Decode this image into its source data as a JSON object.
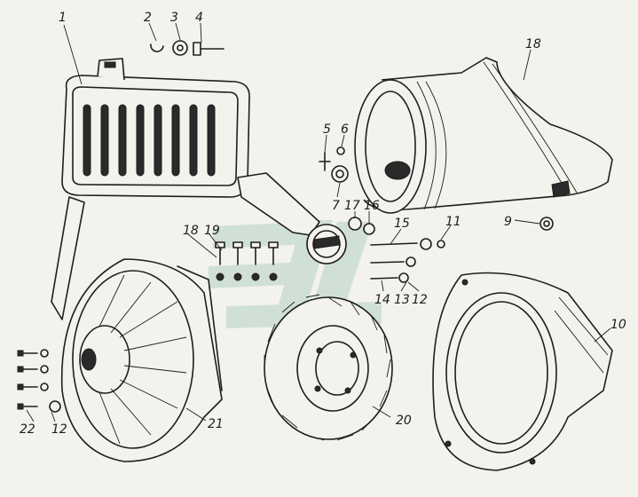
{
  "labels": [
    {
      "id": "1",
      "text": "1"
    },
    {
      "id": "2",
      "text": "2"
    },
    {
      "id": "3",
      "text": "3"
    },
    {
      "id": "4",
      "text": "4"
    },
    {
      "id": "5",
      "text": "5"
    },
    {
      "id": "6",
      "text": "6"
    },
    {
      "id": "7",
      "text": "7"
    },
    {
      "id": "8",
      "text": "18"
    },
    {
      "id": "9",
      "text": "9"
    },
    {
      "id": "10",
      "text": "10"
    },
    {
      "id": "11",
      "text": "11"
    },
    {
      "id": "12a",
      "text": "12"
    },
    {
      "id": "13",
      "text": "13"
    },
    {
      "id": "14",
      "text": "14"
    },
    {
      "id": "15",
      "text": "15"
    },
    {
      "id": "16",
      "text": "16"
    },
    {
      "id": "17",
      "text": "17"
    },
    {
      "id": "18",
      "text": "18"
    },
    {
      "id": "19",
      "text": "19"
    },
    {
      "id": "20",
      "text": "20"
    },
    {
      "id": "21",
      "text": "21"
    },
    {
      "id": "22",
      "text": "22"
    },
    {
      "id": "12b",
      "text": "12"
    }
  ],
  "colors": {
    "ink": "#1e1e1e",
    "paper": "#f3f2ec",
    "watermark": "#b7d3c4"
  }
}
